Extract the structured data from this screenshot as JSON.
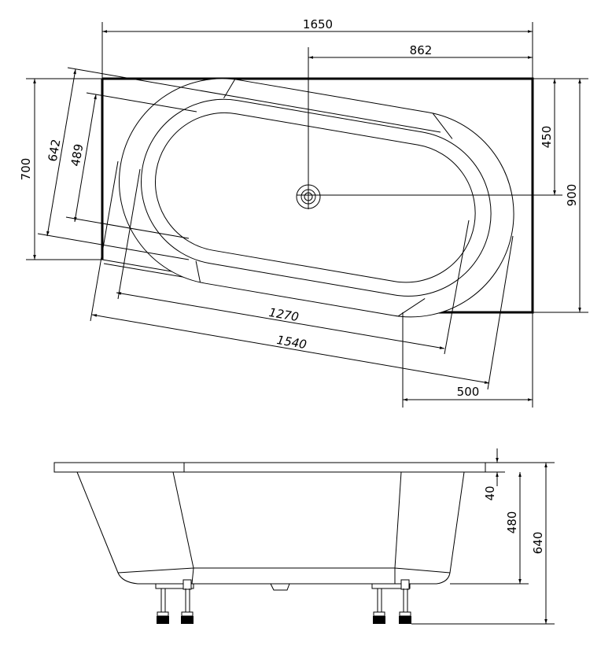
{
  "top_view": {
    "dimensions": {
      "overall_length": "1650",
      "drain_offset_x": "862",
      "drain_offset_y": "450",
      "overall_width": "900",
      "left_side_width": "700",
      "tub_outer_width": "642",
      "tub_inner_width": "489",
      "tub_inner_length": "1270",
      "tub_outer_length": "1540",
      "step_width": "500"
    }
  },
  "side_view": {
    "dimensions": {
      "rim_thickness": "40",
      "tub_depth": "480",
      "total_height": "640"
    }
  },
  "colors": {
    "line": "#000000",
    "background": "#ffffff"
  }
}
